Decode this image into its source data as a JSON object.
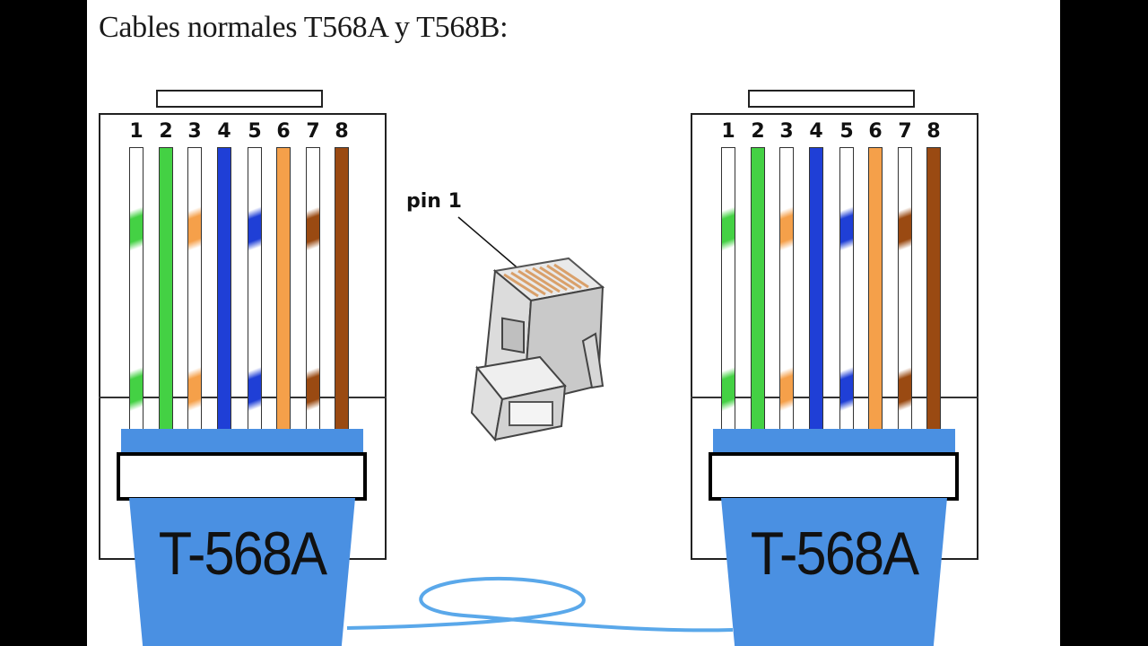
{
  "title": "Cables normales T568A y T568B:",
  "pin_label": "pin 1",
  "colors": {
    "boot_blue": "#4a90e2",
    "wire_green": "#44d144",
    "wire_orange": "#f5a04a",
    "wire_blue": "#1f3fd6",
    "wire_brown": "#9a4a12",
    "cable": "#5aa8ea"
  },
  "connectors": [
    {
      "label": "T-568A",
      "pins": [
        {
          "num": "1",
          "color": "green-white"
        },
        {
          "num": "2",
          "color": "green"
        },
        {
          "num": "3",
          "color": "orange-white"
        },
        {
          "num": "4",
          "color": "blue"
        },
        {
          "num": "5",
          "color": "blue-white"
        },
        {
          "num": "6",
          "color": "orange"
        },
        {
          "num": "7",
          "color": "brown-white"
        },
        {
          "num": "8",
          "color": "brown"
        }
      ]
    },
    {
      "label": "T-568A",
      "pins": [
        {
          "num": "1",
          "color": "green-white"
        },
        {
          "num": "2",
          "color": "green"
        },
        {
          "num": "3",
          "color": "orange-white"
        },
        {
          "num": "4",
          "color": "blue"
        },
        {
          "num": "5",
          "color": "blue-white"
        },
        {
          "num": "6",
          "color": "orange"
        },
        {
          "num": "7",
          "color": "brown-white"
        },
        {
          "num": "8",
          "color": "brown"
        }
      ]
    }
  ]
}
